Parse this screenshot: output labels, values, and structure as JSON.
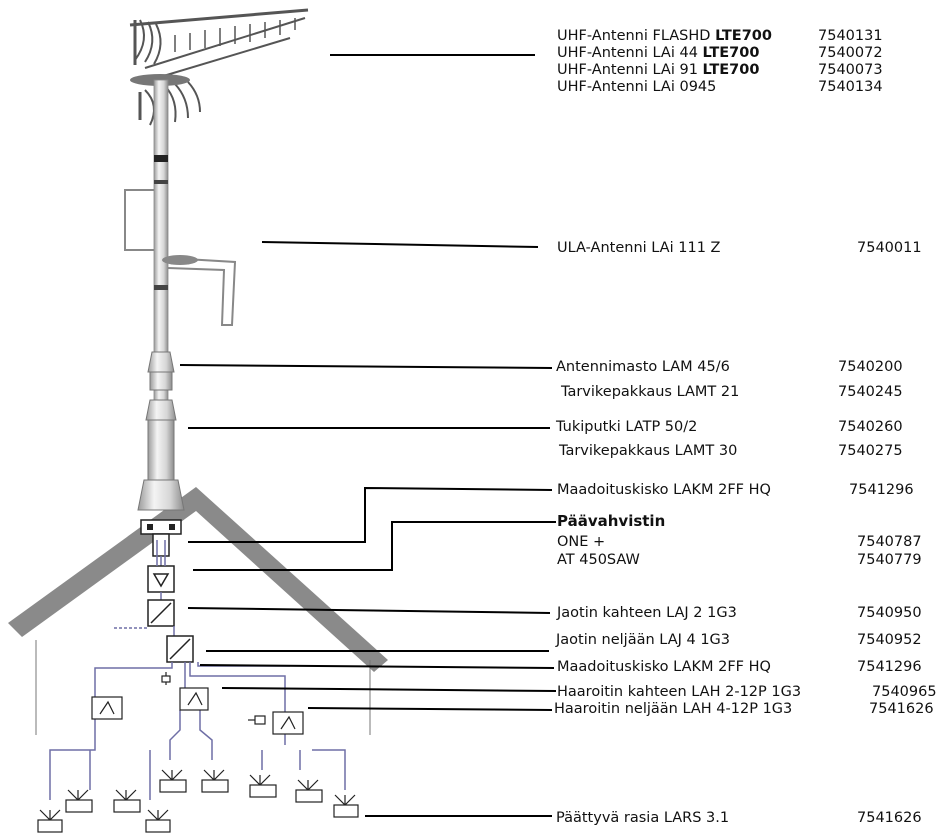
{
  "antennas": {
    "uhf": [
      {
        "label": "UHF-Antenni FLASHD ",
        "bold": "LTE700",
        "code": "7540131"
      },
      {
        "label": "UHF-Antenni LAi 44 ",
        "bold": "LTE700",
        "code": "7540072"
      },
      {
        "label": "UHF-Antenni LAi 91 ",
        "bold": "LTE700",
        "code": "7540073"
      },
      {
        "label": "UHF-Antenni LAi 0945",
        "bold": "",
        "code": "7540134"
      }
    ],
    "ula": {
      "label": "ULA-Antenni LAi 111 Z",
      "code": "7540011"
    }
  },
  "mast": [
    {
      "label": "Antennimasto LAM 45/6",
      "code": "7540200"
    },
    {
      "label": "Tarvikepakkaus LAMT 21",
      "code": "7540245"
    },
    {
      "label": "Tukiputki LATP 50/2",
      "code": "7540260"
    },
    {
      "label": "Tarvikepakkaus LAMT 30",
      "code": "7540275"
    },
    {
      "label": "Maadoituskisko LAKM 2FF HQ",
      "code": "7541296"
    }
  ],
  "amplifier": {
    "heading": "Päävahvistin",
    "items": [
      {
        "label": "ONE +",
        "code": "7540787"
      },
      {
        "label": "AT 450SAW",
        "code": "7540779"
      }
    ]
  },
  "distribution": [
    {
      "label": "Jaotin kahteen LAJ 2 1G3",
      "code": "7540950"
    },
    {
      "label": "Jaotin neljään LAJ 4 1G3",
      "code": "7540952"
    },
    {
      "label": "Maadoituskisko LAKM 2FF HQ",
      "code": "7541296"
    },
    {
      "label": "Haaroitin kahteen LAH 2-12P 1G3",
      "code": "7540965"
    },
    {
      "label": "Haaroitin neljään LAH 4-12P 1G3",
      "code": "7541626"
    }
  ],
  "outlet": {
    "label": "Päättyvä rasia LARS 3.1",
    "code": "7541626"
  },
  "colors": {
    "cable": "#6f6fa6",
    "roof": "#8a8a8a",
    "line": "#000000",
    "mast": "#cfcfcf"
  }
}
